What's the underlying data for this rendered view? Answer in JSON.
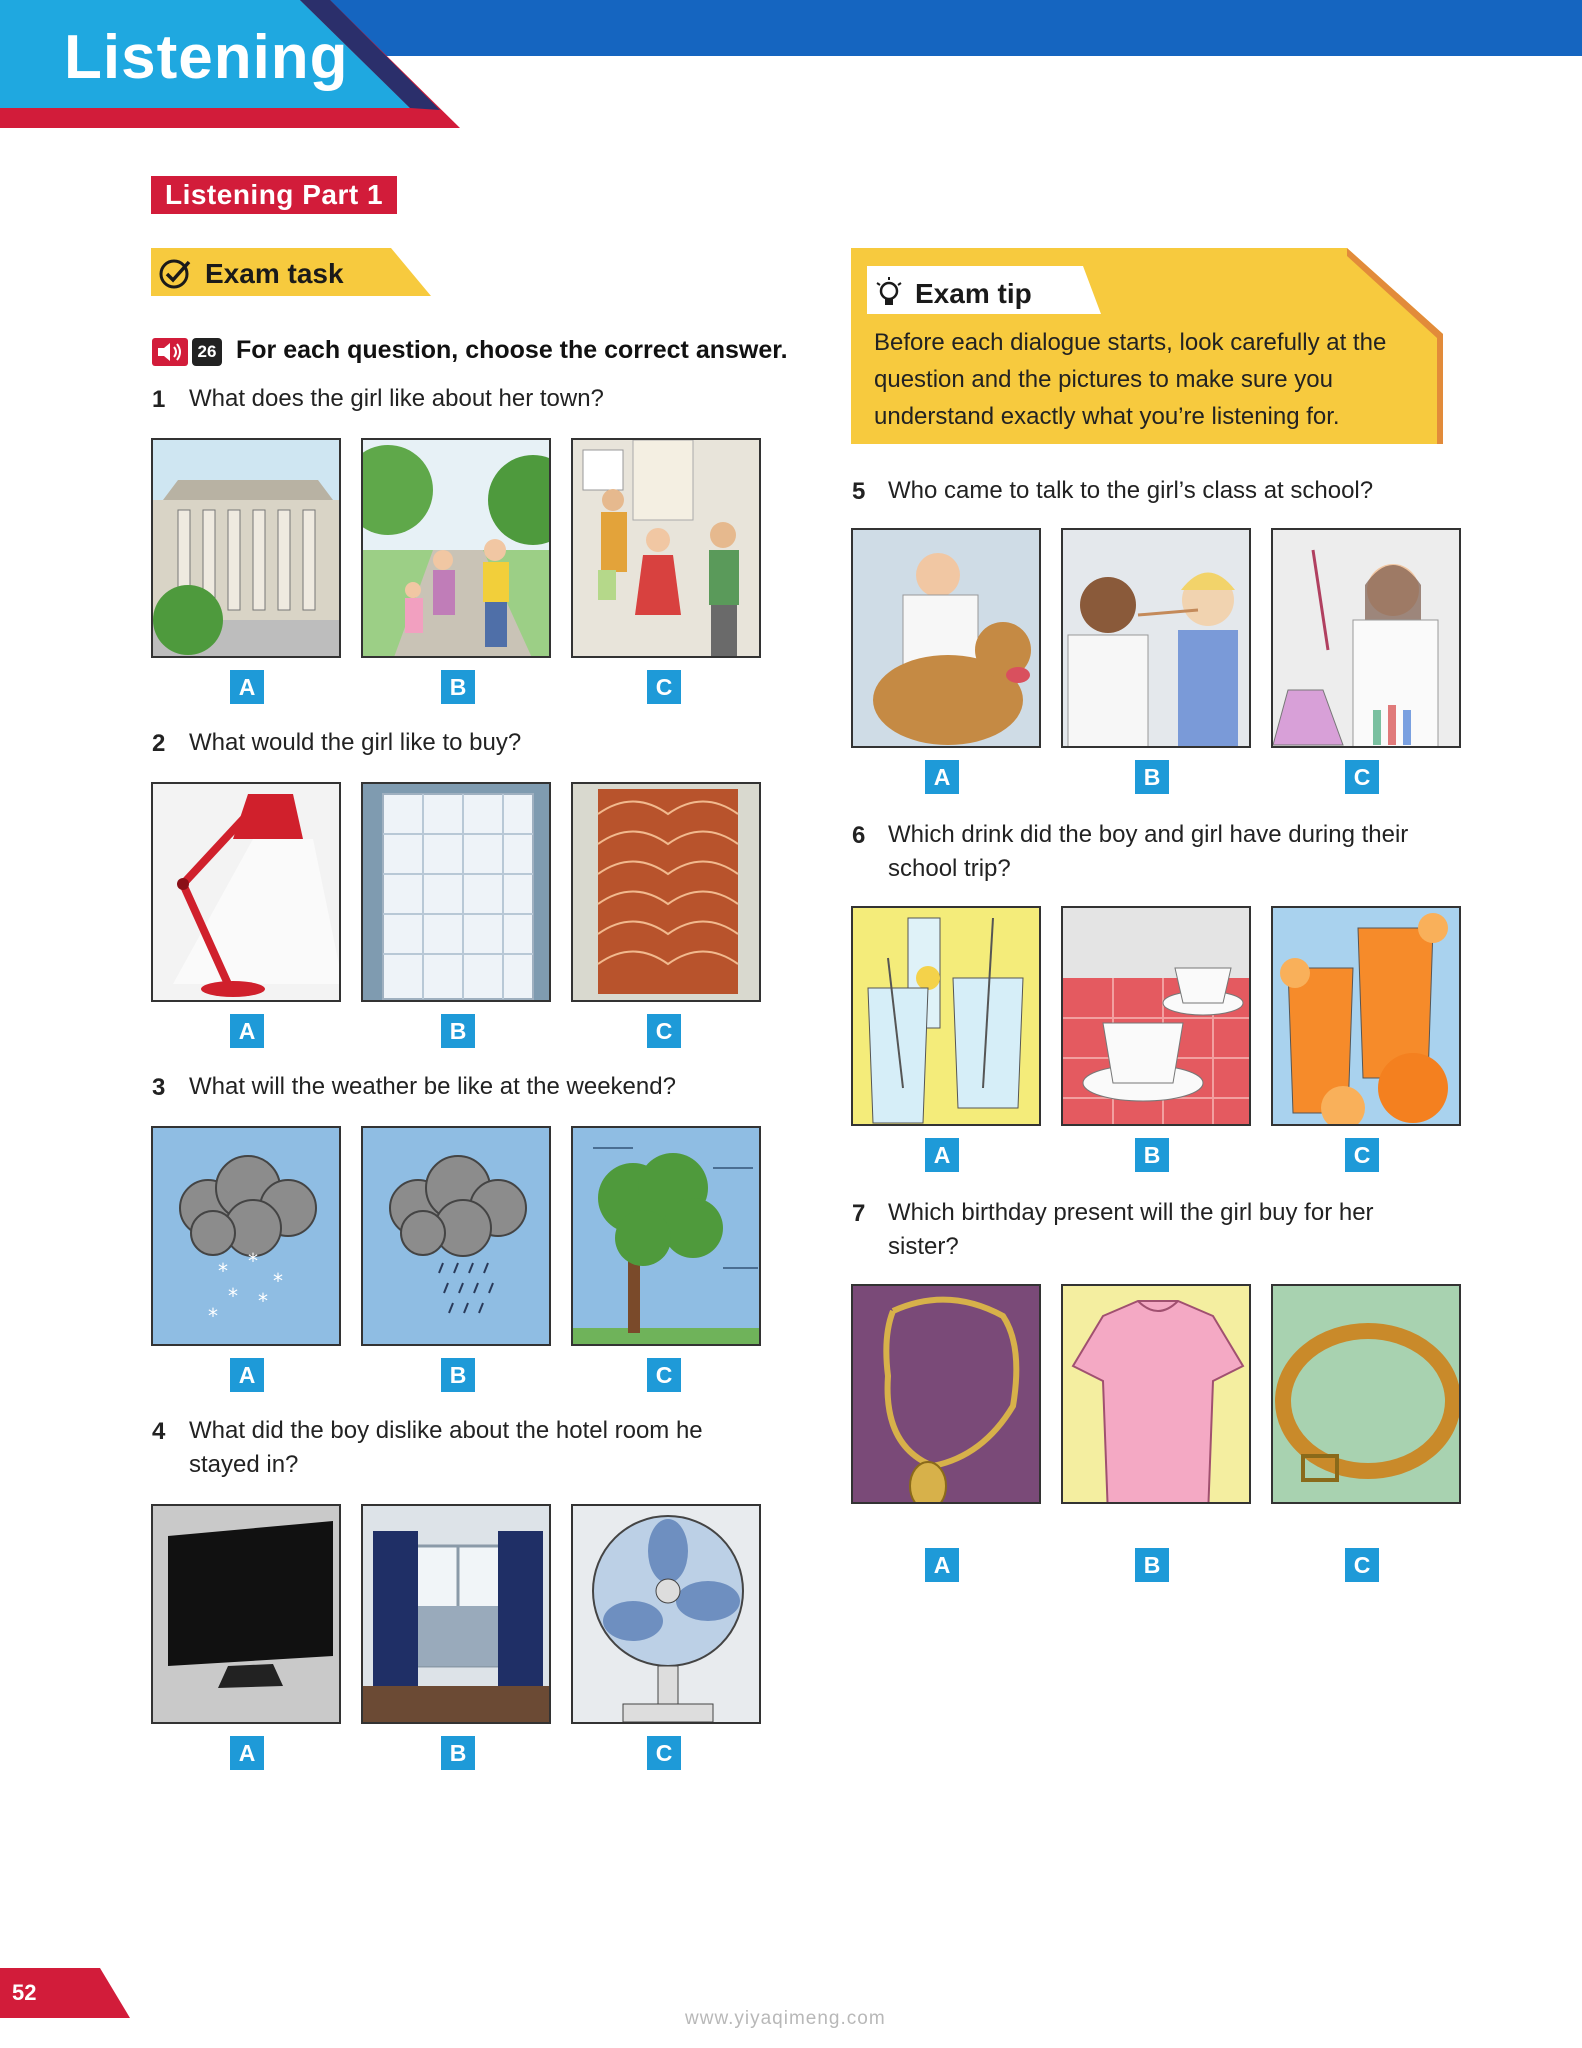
{
  "header": {
    "title": "Listening"
  },
  "part_badge": "Listening Part 1",
  "exam_task": {
    "label": "Exam task",
    "icon": "checkmark-circle-icon"
  },
  "instruction": {
    "track": "26",
    "text": "For each question, choose the correct answer."
  },
  "exam_tip": {
    "label": "Exam tip",
    "icon": "lightbulb-icon",
    "text": "Before each dialogue starts, look carefully at the question and the pictures to make sure you understand exactly what you’re listening for."
  },
  "questions": [
    {
      "num": "1",
      "text": "What does the girl like about her town?",
      "options": [
        "A",
        "B",
        "C"
      ]
    },
    {
      "num": "2",
      "text": "What would the girl like to buy?",
      "options": [
        "A",
        "B",
        "C"
      ]
    },
    {
      "num": "3",
      "text": "What will the weather be like at the weekend?",
      "options": [
        "A",
        "B",
        "C"
      ]
    },
    {
      "num": "4",
      "text": "What did the boy dislike about the hotel room he stayed in?",
      "options": [
        "A",
        "B",
        "C"
      ]
    },
    {
      "num": "5",
      "text": "Who came to talk to the girl’s class at school?",
      "options": [
        "A",
        "B",
        "C"
      ]
    },
    {
      "num": "6",
      "text": "Which drink did the boy and girl have during their school trip?",
      "options": [
        "A",
        "B",
        "C"
      ]
    },
    {
      "num": "7",
      "text": "Which birthday present will the girl buy for her sister?",
      "options": [
        "A",
        "B",
        "C"
      ]
    }
  ],
  "footer": {
    "page_number": "52",
    "watermark": "www.yiyaqimeng.com"
  },
  "colors": {
    "header_blue": "#1565c0",
    "header_cyan": "#1fa8e0",
    "accent_red": "#d21c3a",
    "tip_yellow": "#f7ca3e",
    "label_blue": "#1e9ad8"
  }
}
